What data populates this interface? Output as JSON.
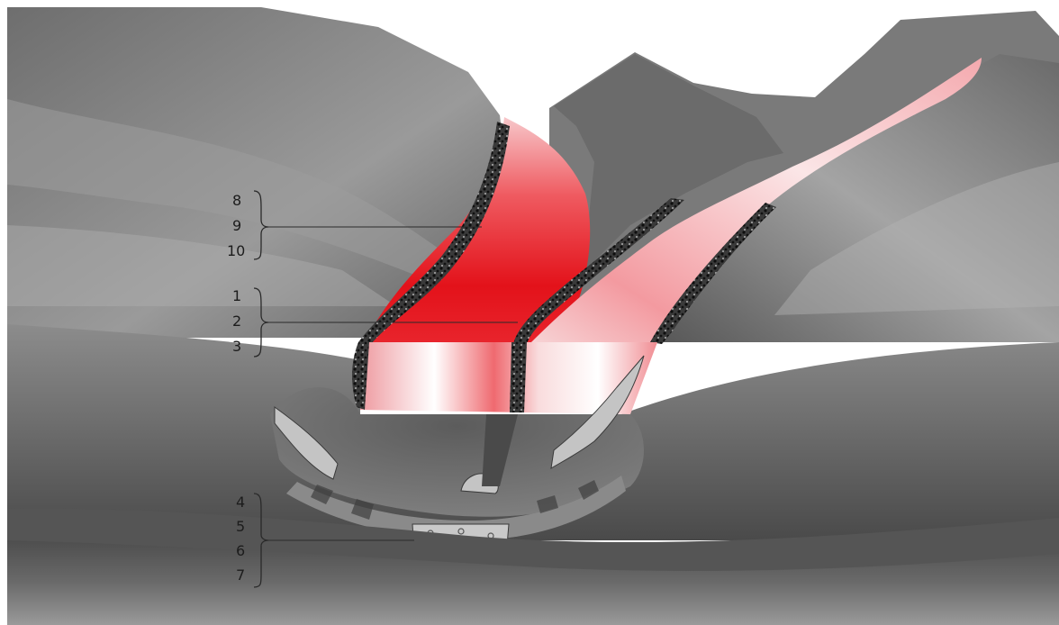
{
  "labels": {
    "top": [
      "8",
      "9",
      "10"
    ],
    "middle": [
      "1",
      "2",
      "3"
    ],
    "bottom": [
      "4",
      "5",
      "6",
      "7"
    ]
  },
  "colors": {
    "background": "#ffffff",
    "rock_dark": "#4f4f4f",
    "rock_mid": "#7c7c7c",
    "rock_light": "#a9a9a9",
    "glacier_red": "#e8141c",
    "glacier_pale": "#f6d9db",
    "moraine_fill": "#c9c9c9",
    "leader_line": "#2a2a2a"
  }
}
